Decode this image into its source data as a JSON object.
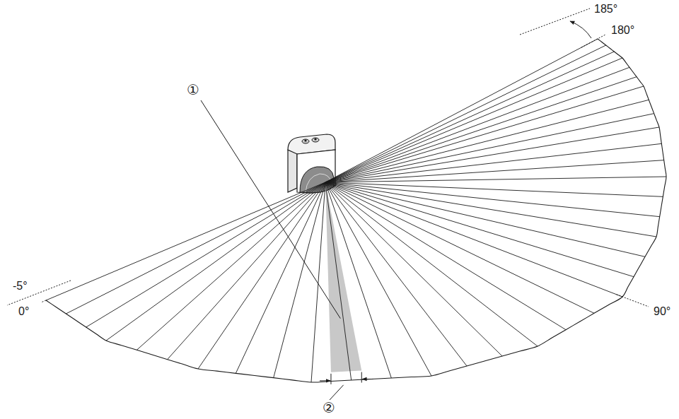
{
  "diagram": {
    "labels": [
      "185°",
      "180°",
      "-5°",
      "0°",
      "90°",
      "①",
      "②"
    ]
  }
}
